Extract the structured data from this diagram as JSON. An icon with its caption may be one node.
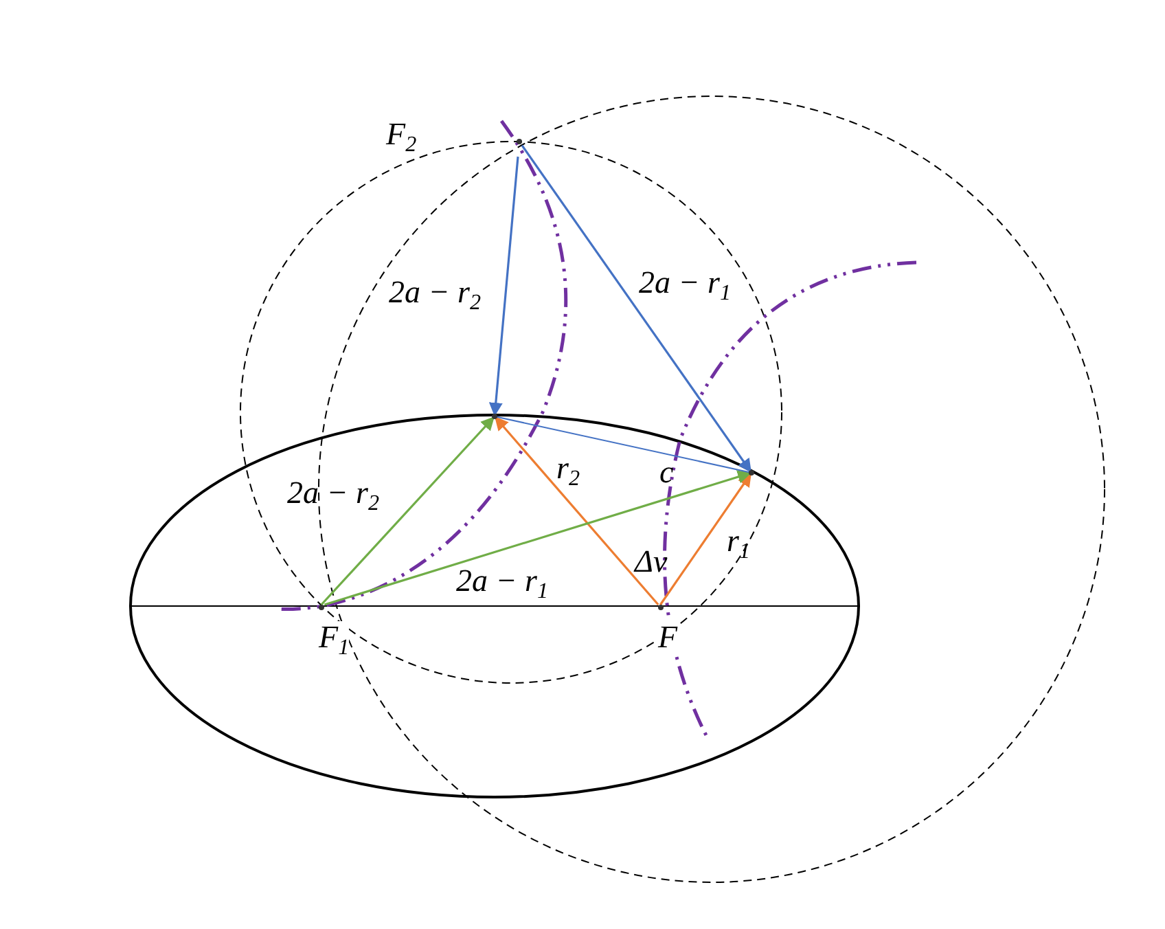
{
  "diagram": {
    "nodes": [
      {
        "text": [
          "F"
        ]
      },
      {
        "text": [
          "F$_{1}$"
        ]
      },
      {
        "text": [
          "F$_{2}$"
        ]
      },
      {
        "text": [],
        "shape": "point"
      },
      {
        "text": [],
        "shape": "point"
      }
    ],
    "edges": [
      {
        "from": 0,
        "to": 4,
        "arrow": "to",
        "label": "r$_{1}$",
        "color": "#ed7d31"
      },
      {
        "from": 0,
        "to": 3,
        "arrow": "to",
        "label": "r$_{2}$",
        "color": "#ed7d31"
      },
      {
        "from": 1,
        "to": 3,
        "arrow": "to",
        "label": "2a − r$_{2}$",
        "color": "#70ad47"
      },
      {
        "from": 1,
        "to": 4,
        "arrow": "to",
        "label": "2a − r$_{1}$",
        "color": "#70ad47"
      },
      {
        "from": 2,
        "to": 3,
        "arrow": "to",
        "label": "2a − r$_{2}$",
        "color": "#4472c4"
      },
      {
        "from": 2,
        "to": 4,
        "arrow": "to",
        "label": "2a − r$_{1}$",
        "color": "#4472c4"
      },
      {
        "from": 3,
        "to": 4,
        "arrow": "none",
        "label": "c",
        "color": "#4472c4"
      }
    ],
    "labels": [
      "Δv"
    ]
  }
}
